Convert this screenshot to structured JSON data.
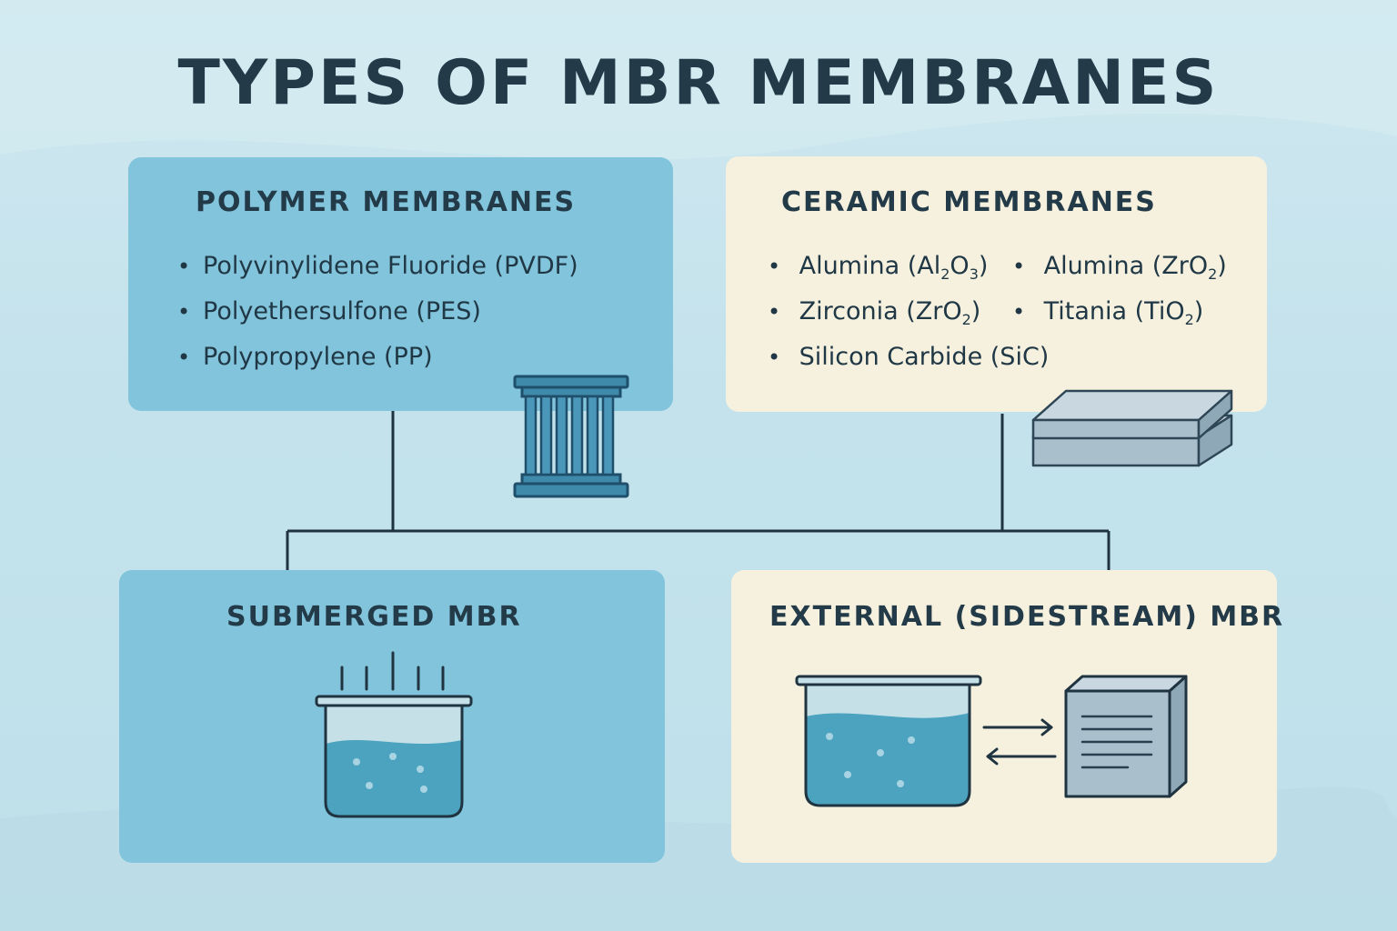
{
  "title": "TYPES OF MBR MEMBRANES",
  "polymer": {
    "title": "POLYMER MEMBRANES",
    "items": [
      "Polyvinylidene Fluoride (PVDF)",
      "Polyethersulfone (PES)",
      "Polypropylene (PP)"
    ]
  },
  "ceramic": {
    "title": "CERAMIC MEMBRANES",
    "items": [
      {
        "name": "Alumina (Al",
        "s1": "2",
        "mid": "O",
        "s2": "3",
        "end": ")"
      },
      {
        "name": "Alumina (ZrO",
        "s1": "2",
        "end": ")"
      },
      {
        "name": "Zirconia (ZrO",
        "s1": "2",
        "end": ")"
      },
      {
        "name": "Titania (TiO",
        "s1": "2",
        "end": ")"
      },
      {
        "name": "Silicon Carbide (SiC)"
      }
    ]
  },
  "submerged": {
    "title": "SUBMERGED MBR"
  },
  "external": {
    "title": "EXTERNAL (SIDESTREAM) MBR"
  },
  "colors": {
    "blue_card": "#82c4db",
    "cream_card": "#f6f1de",
    "line": "#1f3440",
    "water": "#4ba3bf"
  }
}
